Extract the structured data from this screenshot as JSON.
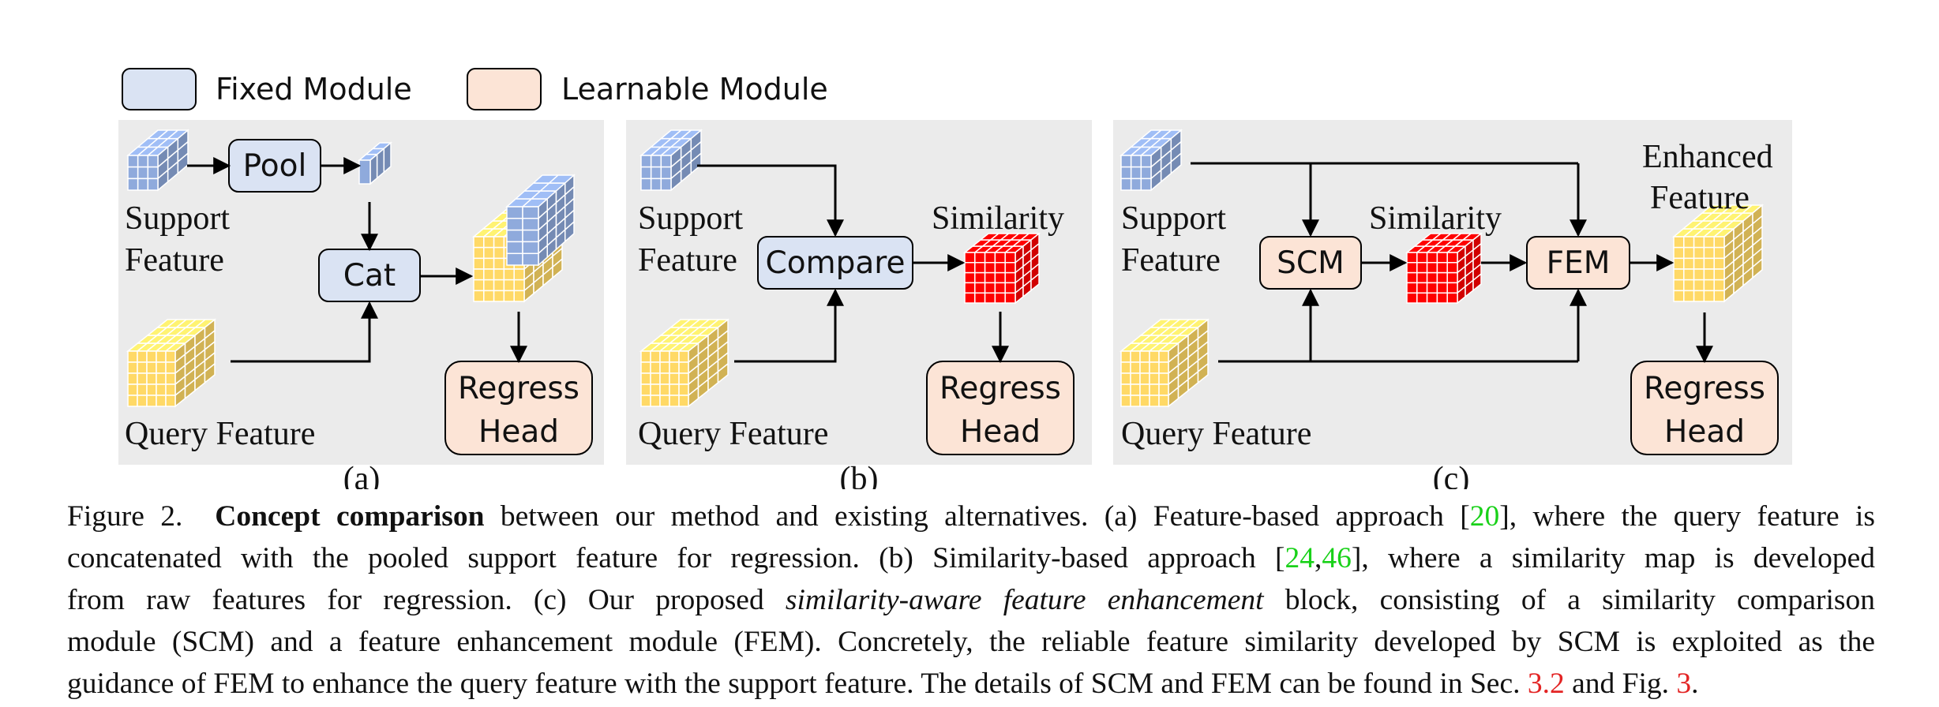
{
  "colors": {
    "fixed_fill": "#dae3f3",
    "learnable_fill": "#fce4d6",
    "panel_bg": "#ebebeb",
    "query_cube": "#ffd966",
    "support_cube": "#8faadc",
    "similarity_cube": "#ff0000",
    "cite_green": "#19d119",
    "cite_red": "#e32424"
  },
  "legend": {
    "fixed": "Fixed Module",
    "learnable": "Learnable Module"
  },
  "panel_a": {
    "label": "(a)",
    "pool": "Pool",
    "cat": "Cat",
    "support_l1": "Support",
    "support_l2": "Feature",
    "query": "Query Feature",
    "regress_l1": "Regress",
    "regress_l2": "Head"
  },
  "panel_b": {
    "label": "(b)",
    "compare": "Compare",
    "similarity": "Similarity",
    "support_l1": "Support",
    "support_l2": "Feature",
    "query": "Query Feature",
    "regress_l1": "Regress",
    "regress_l2": "Head"
  },
  "panel_c": {
    "label": "(c)",
    "scm": "SCM",
    "fem": "FEM",
    "similarity": "Similarity",
    "enhanced_l1": "Enhanced",
    "enhanced_l2": "Feature",
    "support_l1": "Support",
    "support_l2": "Feature",
    "query": "Query Feature",
    "regress_l1": "Regress",
    "regress_l2": "Head"
  },
  "caption": {
    "fig_num": "Figure 2.",
    "title": "Concept comparison",
    "l1_text": "between our method and existing alternatives. (a) Feature-based approach [",
    "cite_20": "20",
    "l1_tail": "], where the query feature is",
    "l2_text": "concatenated with the pooled support feature for regression. (b) Similarity-based approach [",
    "cite_24": "24",
    "cite_sep": ",",
    "cite_46": "46",
    "l2_tail": "], where a similarity map is developed",
    "l3_text": "from raw features for regression. (c) Our proposed",
    "l3_italic": "similarity-aware feature enhancement",
    "l3_tail": "block, consisting of a similarity comparison",
    "l4_text": "module (SCM) and a feature enhancement module (FEM). Concretely, the reliable feature similarity developed by SCM is exploited as the",
    "l5_text": "guidance of FEM to enhance the query feature with the support feature. The details of SCM and FEM can be found in Sec.",
    "ref_sec": "3.2",
    "l5_mid": "and Fig.",
    "ref_fig": "3",
    "l5_end": "."
  }
}
